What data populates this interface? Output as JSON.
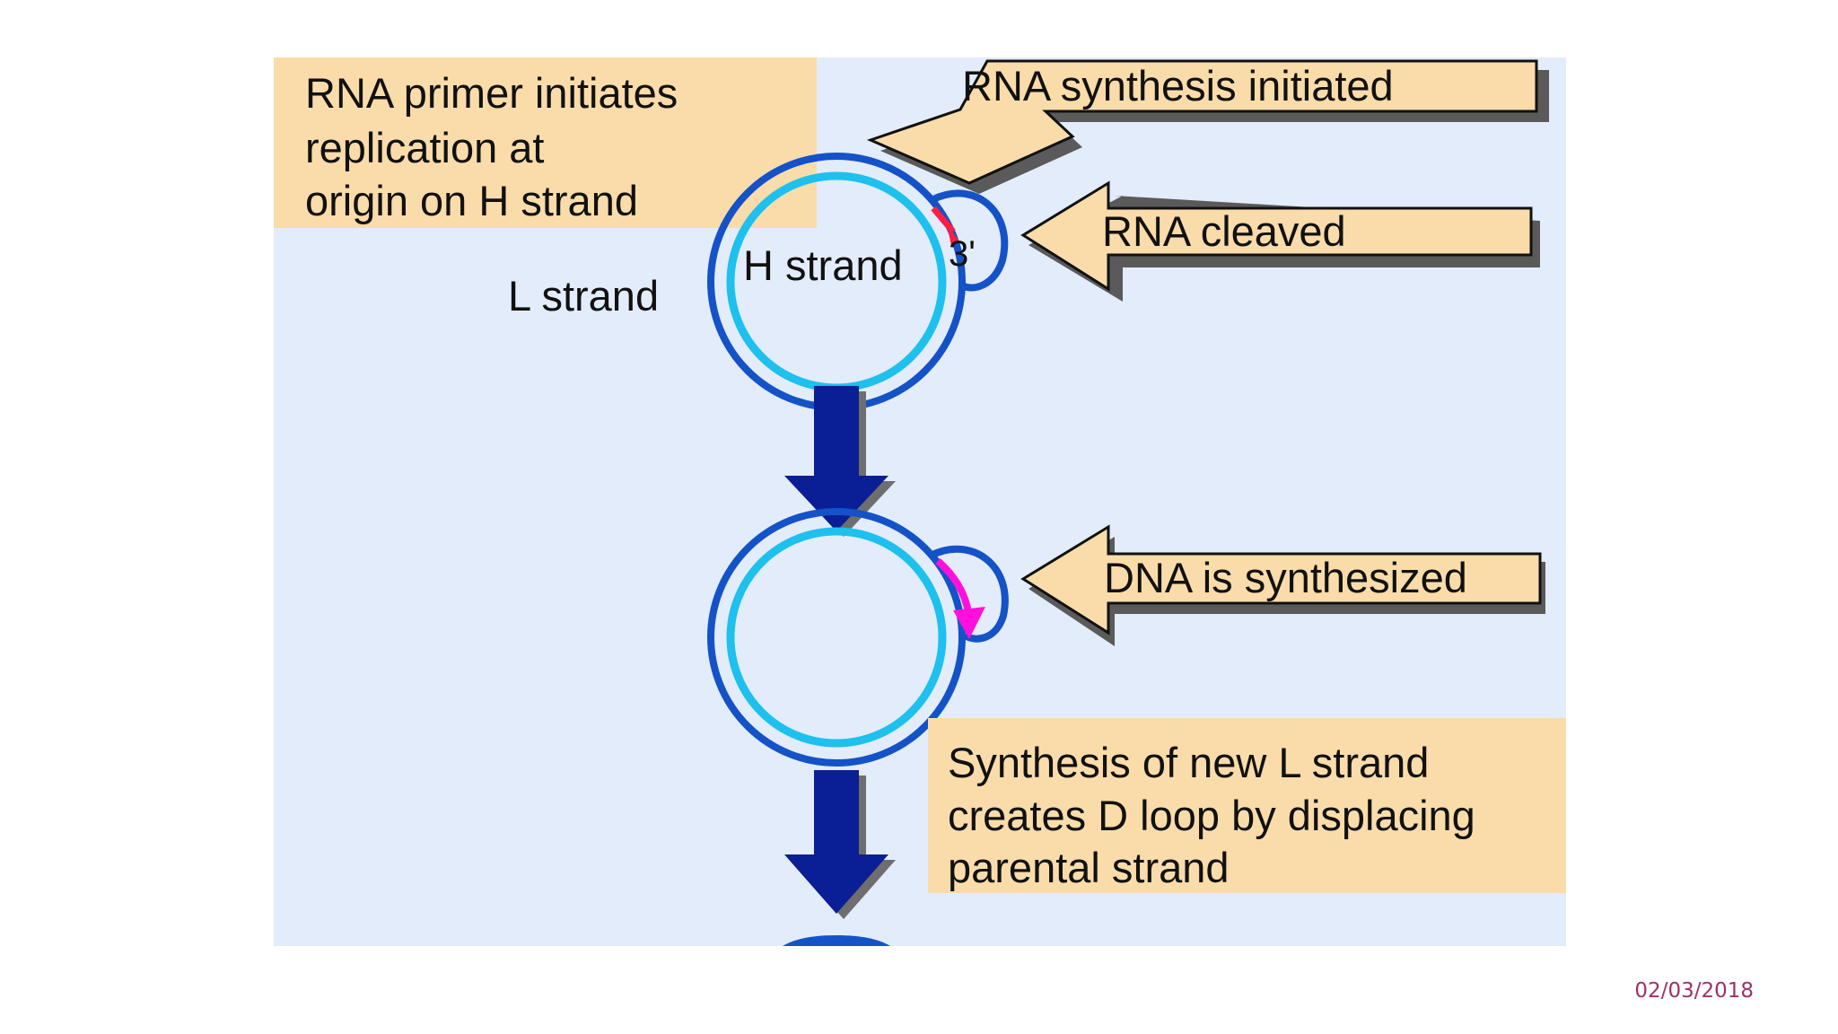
{
  "labels": {
    "primer_box_lines": [
      "RNA primer initiates",
      "replication at",
      "origin on H strand"
    ],
    "l_strand": "L strand",
    "h_strand": "H strand",
    "three_prime": "3'",
    "rna_synthesis": "RNA synthesis initiated",
    "rna_cleaved": "RNA cleaved",
    "dna_synthesized": "DNA is synthesized",
    "synthesis_box_lines": [
      "Synthesis of new L strand",
      "creates D loop by displacing",
      "parental strand"
    ]
  },
  "footer": {
    "date": "02/03/2018"
  },
  "colors": {
    "panel_bg": "#e3ecfa",
    "callout_fill": "#fadcaa",
    "strand_dark": "#1452c8",
    "strand_light": "#1ec0ee",
    "flow_arrow": "#0a1e96",
    "primer_red": "#ff1e46",
    "new_dna_magenta": "#ff10dc"
  }
}
